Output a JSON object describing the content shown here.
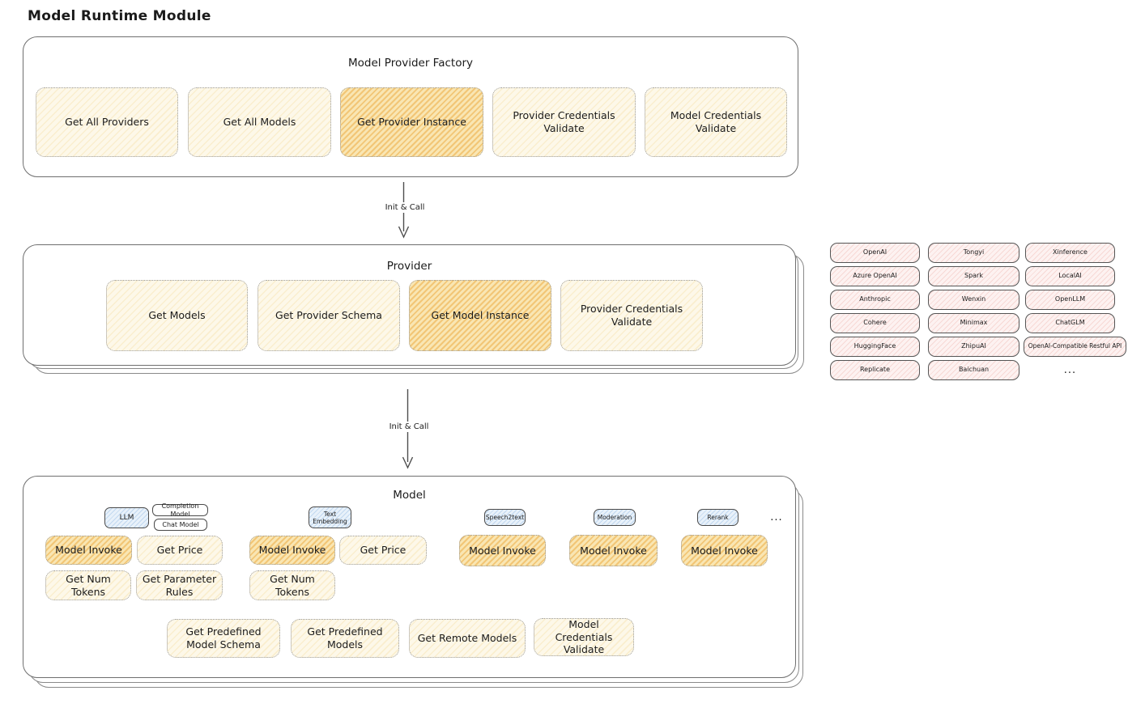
{
  "page_title": "Model Runtime Module",
  "colors": {
    "op_fill": "#fdf8e9",
    "op_hatch": "#f2c864",
    "op_highlight_fill": "#f9e6b5",
    "op_highlight_hatch": "#eba537",
    "provider_tile_fill": "#fdf2f1",
    "provider_tile_hatch": "#e17d73",
    "model_type_fill": "#e8f1fa",
    "model_type_hatch": "#78aadc",
    "container_border": "#6f6f6f",
    "text": "#1b1b1b"
  },
  "arrows": {
    "factory_to_provider": "Init & Call",
    "provider_to_model": "Init & Call"
  },
  "factory": {
    "title": "Model Provider Factory",
    "items": [
      {
        "label": "Get All Providers",
        "highlighted": false
      },
      {
        "label": "Get All Models",
        "highlighted": false
      },
      {
        "label": "Get Provider Instance",
        "highlighted": true
      },
      {
        "label": "Provider Credentials Validate",
        "highlighted": false
      },
      {
        "label": "Model Credentials Validate",
        "highlighted": false
      }
    ]
  },
  "provider": {
    "title": "Provider",
    "items": [
      {
        "label": "Get Models",
        "highlighted": false
      },
      {
        "label": "Get Provider Schema",
        "highlighted": false
      },
      {
        "label": "Get Model Instance",
        "highlighted": true
      },
      {
        "label": "Provider Credentials Validate",
        "highlighted": false
      }
    ]
  },
  "providers_list": {
    "rows": [
      [
        "OpenAI",
        "Tongyi",
        "Xinference"
      ],
      [
        "Azure OpenAI",
        "Spark",
        "LocalAI"
      ],
      [
        "Anthropic",
        "Wenxin",
        "OpenLLM"
      ],
      [
        "Cohere",
        "Minimax",
        "ChatGLM"
      ],
      [
        "HuggingFace",
        "ZhipuAI",
        "OpenAI-Compatible Restful API"
      ],
      [
        "Replicate",
        "Baichuan",
        "..."
      ]
    ]
  },
  "model": {
    "title": "Model",
    "ellipsis": "...",
    "types": {
      "llm": "LLM",
      "completion_model": "Completion Model",
      "chat_model": "Chat Model",
      "text_embedding": "Text Embedding",
      "speech2text": "Speech2text",
      "moderation": "Moderation",
      "rerank": "Rerank"
    },
    "ops": {
      "model_invoke": "Model Invoke",
      "get_price": "Get Price",
      "get_num_tokens": "Get Num Tokens",
      "get_parameter_rules": "Get Parameter Rules",
      "get_predefined_model_schema": "Get Predefined Model Schema",
      "get_predefined_models": "Get Predefined Models",
      "get_remote_models": "Get Remote Models",
      "model_credentials_validate": "Model Credentials Validate"
    }
  }
}
